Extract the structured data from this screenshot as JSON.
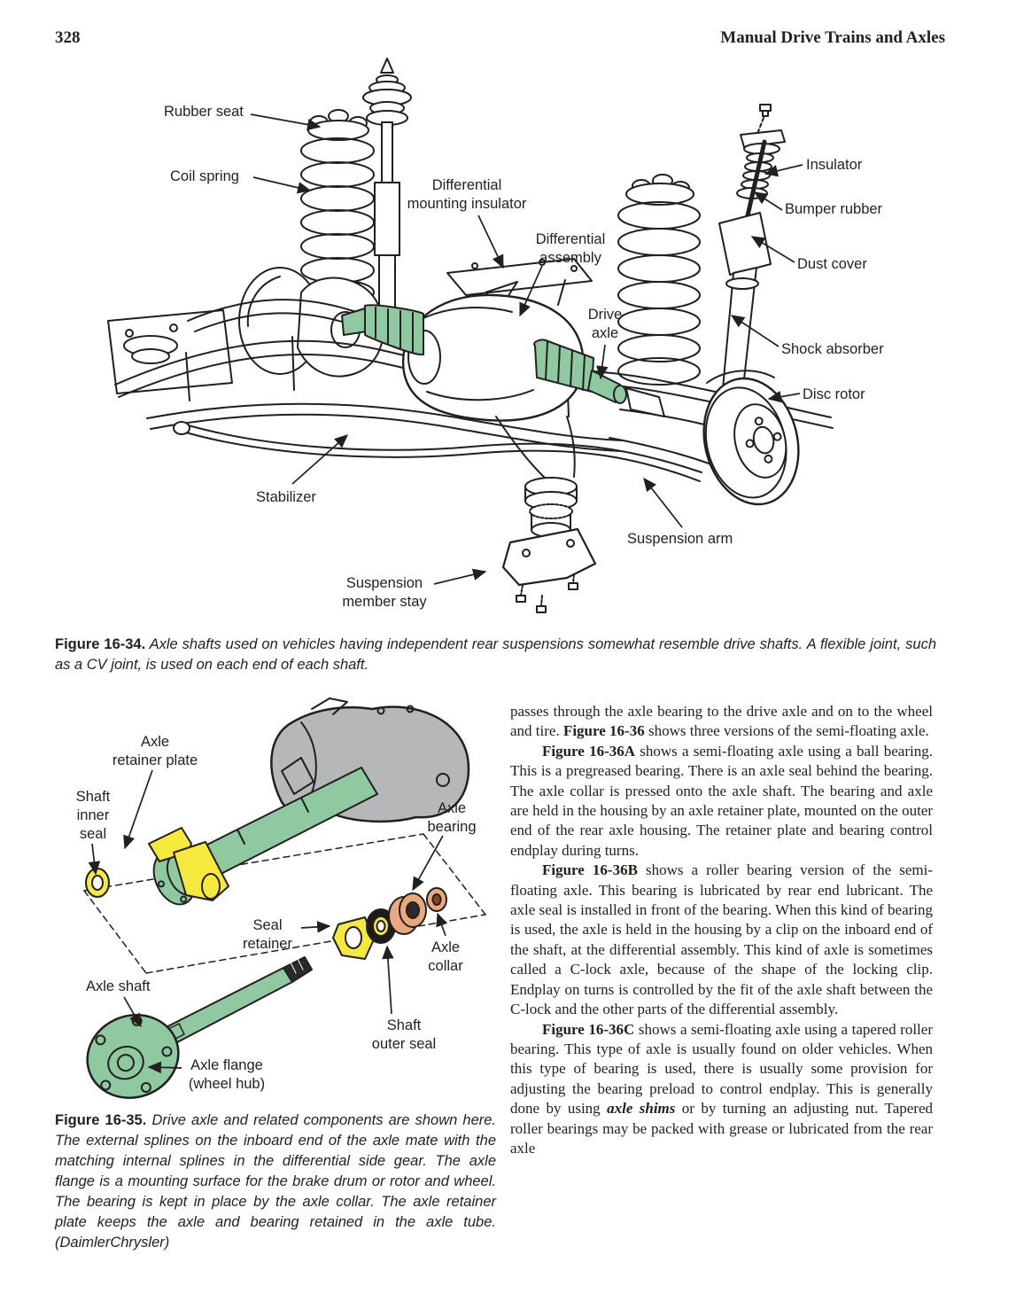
{
  "header": {
    "page_number": "328",
    "running_title": "Manual Drive Trains and Axles"
  },
  "palette": {
    "part_green": "#8fc9a0",
    "part_gray": "#b5b7b9",
    "part_yellow": "#f5e93c",
    "part_tan": "#eaa87d",
    "line": "#231f20"
  },
  "fig34": {
    "labels": {
      "rubber_seat": "Rubber seat",
      "coil_spring": "Coil spring",
      "diff_mount_insulator": "Differential\nmounting insulator",
      "diff_assembly": "Differential\nassembly",
      "drive_axle": "Drive\naxle",
      "insulator": "Insulator",
      "bumper_rubber": "Bumper rubber",
      "dust_cover": "Dust cover",
      "shock_absorber": "Shock absorber",
      "disc_rotor": "Disc rotor",
      "stabilizer": "Stabilizer",
      "suspension_arm": "Suspension arm",
      "suspension_member_stay": "Suspension\nmember stay"
    },
    "caption_label": "Figure 16-34.",
    "caption_text": " Axle shafts used on vehicles having independent rear suspensions somewhat resemble drive shafts. A flexible joint, such as a CV joint, is used on each end of each shaft."
  },
  "fig35": {
    "labels": {
      "axle_retainer_plate": "Axle\nretainer plate",
      "shaft_inner_seal": "Shaft\ninner\nseal",
      "axle_bearing": "Axle\nbearing",
      "seal_retainer": "Seal\nretainer",
      "axle_collar": "Axle\ncollar",
      "axle_shaft": "Axle shaft",
      "shaft_outer_seal": "Shaft\nouter seal",
      "axle_flange": "Axle flange\n(wheel hub)"
    },
    "caption_label": "Figure 16-35.",
    "caption_text": " Drive axle and related components are shown here. The external splines on the inboard end of the axle mate with the matching internal splines in the differential side gear. The axle flange is a mounting surface for the brake drum or rotor and wheel. The bearing is kept in place by the axle collar. The axle retainer plate keeps the axle and bearing retained in the axle tube. (DaimlerChrysler)"
  },
  "main_text": {
    "paragraphs": [
      {
        "indent": false,
        "segments": [
          {
            "t": "passes through the axle bearing to the drive axle and on to the wheel and tire. "
          },
          {
            "t": "Figure 16-36",
            "s": "b"
          },
          {
            "t": " shows three versions of the semi-floating axle."
          }
        ]
      },
      {
        "indent": true,
        "segments": [
          {
            "t": "Figure 16-36A",
            "s": "b"
          },
          {
            "t": " shows a semi-floating axle using a ball bearing. This is a pregreased bearing. There is an axle seal behind the bearing. The axle collar is pressed onto the axle shaft. The bearing and axle are held in the housing by an axle retainer plate, mounted on the outer end of the rear axle housing. The retainer plate and bearing control endplay during turns."
          }
        ]
      },
      {
        "indent": true,
        "segments": [
          {
            "t": "Figure 16-36B",
            "s": "b"
          },
          {
            "t": " shows a roller bearing version of the semi-floating axle. This bearing is lubricated by rear end lubricant. The axle seal is installed in front of the bearing. When this kind of bearing is used, the axle is held in the housing by a clip on the inboard end of the shaft, at the differential assembly. This kind of axle is sometimes called a C-lock axle, because of the shape of the locking clip. Endplay on turns is controlled by the fit of the axle shaft between the C-lock and the other parts of the differential assembly."
          }
        ]
      },
      {
        "indent": true,
        "segments": [
          {
            "t": "Figure 16-36C",
            "s": "b"
          },
          {
            "t": " shows a semi-floating axle using a tapered roller bearing. This type of axle is usually found on older vehicles. When this type of bearing is used, there is usually some provision for adjusting the bearing preload to control endplay. This is generally done by using "
          },
          {
            "t": "axle shims",
            "s": "bi"
          },
          {
            "t": " or by turning an adjusting nut. Tapered roller bearings may be packed with grease or lubricated from the rear axle"
          }
        ]
      }
    ]
  }
}
